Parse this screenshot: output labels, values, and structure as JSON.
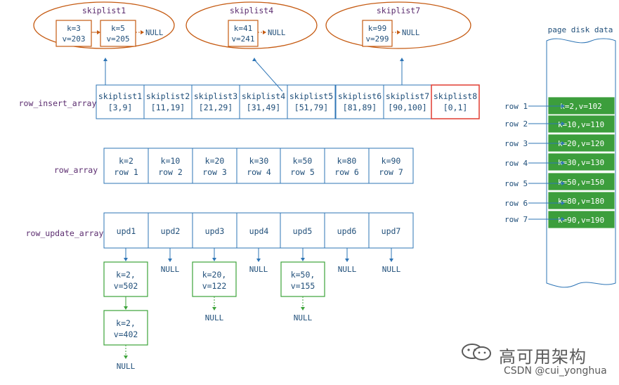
{
  "skiplists_top": [
    {
      "title": "skiplist1",
      "nodes": [
        {
          "k": "k=3",
          "v": "v=203"
        },
        {
          "k": "k=5",
          "v": "v=205"
        }
      ],
      "tail": "NULL"
    },
    {
      "title": "skiplist4",
      "nodes": [
        {
          "k": "k=41",
          "v": "v=241"
        }
      ],
      "tail": "NULL"
    },
    {
      "title": "skiplist7",
      "nodes": [
        {
          "k": "k=99",
          "v": "v=299"
        }
      ],
      "tail": "NULL"
    }
  ],
  "row_insert_array": {
    "label": "row_insert_array",
    "cells": [
      {
        "name": "skiplist1",
        "range": "[3,9]"
      },
      {
        "name": "skiplist2",
        "range": "[11,19]"
      },
      {
        "name": "skiplist3",
        "range": "[21,29]"
      },
      {
        "name": "skiplist4",
        "range": "[31,49]"
      },
      {
        "name": "skiplist5",
        "range": "[51,79]"
      },
      {
        "name": "skiplist6",
        "range": "[81,89]"
      },
      {
        "name": "skiplist7",
        "range": "[90,100]"
      },
      {
        "name": "skiplist8",
        "range": "[0,1]"
      }
    ]
  },
  "row_array": {
    "label": "row_array",
    "cells": [
      {
        "k": "k=2",
        "row": "row 1"
      },
      {
        "k": "k=10",
        "row": "row 2"
      },
      {
        "k": "k=20",
        "row": "row 3"
      },
      {
        "k": "k=30",
        "row": "row 4"
      },
      {
        "k": "k=50",
        "row": "row 5"
      },
      {
        "k": "k=80",
        "row": "row 6"
      },
      {
        "k": "k=90",
        "row": "row 7"
      }
    ]
  },
  "row_update_array": {
    "label": "row_update_array",
    "cells": [
      "upd1",
      "upd2",
      "upd3",
      "upd4",
      "upd5",
      "upd6",
      "upd7"
    ],
    "null_label": "NULL",
    "chains": [
      {
        "nodes": [
          {
            "k": "k=2,",
            "v": "v=502"
          },
          {
            "k": "k=2,",
            "v": "v=402"
          }
        ]
      },
      {
        "nodes": []
      },
      {
        "nodes": [
          {
            "k": "k=20,",
            "v": "v=122"
          }
        ]
      },
      {
        "nodes": []
      },
      {
        "nodes": [
          {
            "k": "k=50,",
            "v": "v=155"
          }
        ]
      },
      {
        "nodes": []
      },
      {
        "nodes": []
      }
    ]
  },
  "page_disk": {
    "title": "page disk data",
    "rows": [
      {
        "label": "row 1",
        "value": "k=2,v=102"
      },
      {
        "label": "row 2",
        "value": "k=10,v=110"
      },
      {
        "label": "row 3",
        "value": "k=20,v=120"
      },
      {
        "label": "row 4",
        "value": "k=30,v=130"
      },
      {
        "label": "row 5",
        "value": "k=50,v=150"
      },
      {
        "label": "row 6",
        "value": "k=80,v=180"
      },
      {
        "label": "row 7",
        "value": "k=90,v=190"
      }
    ]
  },
  "watermark": {
    "brand": "高可用架构",
    "credit": "CSDN @cui_yonghua"
  },
  "colors": {
    "blue_border": "#2e75b6",
    "blue_text": "#1f4e79",
    "label_purple": "#5b2c6f",
    "orange": "#c55a11",
    "red_border": "#e03c31",
    "green_border": "#3ca33a",
    "green_fill": "#3c9e3c",
    "arrow_blue": "#2e75b6"
  }
}
